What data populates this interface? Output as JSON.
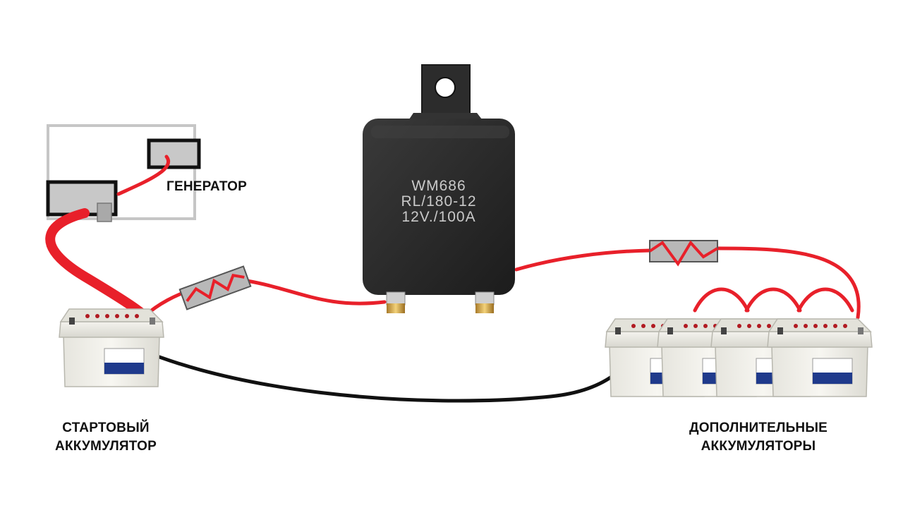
{
  "relay": {
    "line1": "WM686",
    "line2": "RL/180-12",
    "line3": "12V./100A"
  },
  "labels": {
    "generator": "ГЕНЕРАТОР",
    "starter_battery": [
      "СТАРТОВЫЙ",
      "АККУМУЛЯТОР"
    ],
    "aux_batteries": [
      "ДОПОЛНИТЕЛЬНЫЕ",
      "АККУМУЛЯТОРЫ"
    ]
  },
  "colors": {
    "positive_wire": "#e8202a",
    "negative_wire": "#111111",
    "relay_body": "#2a2a2a",
    "battery_body": "#ecebe4",
    "battery_label": "#1f3a8c"
  }
}
